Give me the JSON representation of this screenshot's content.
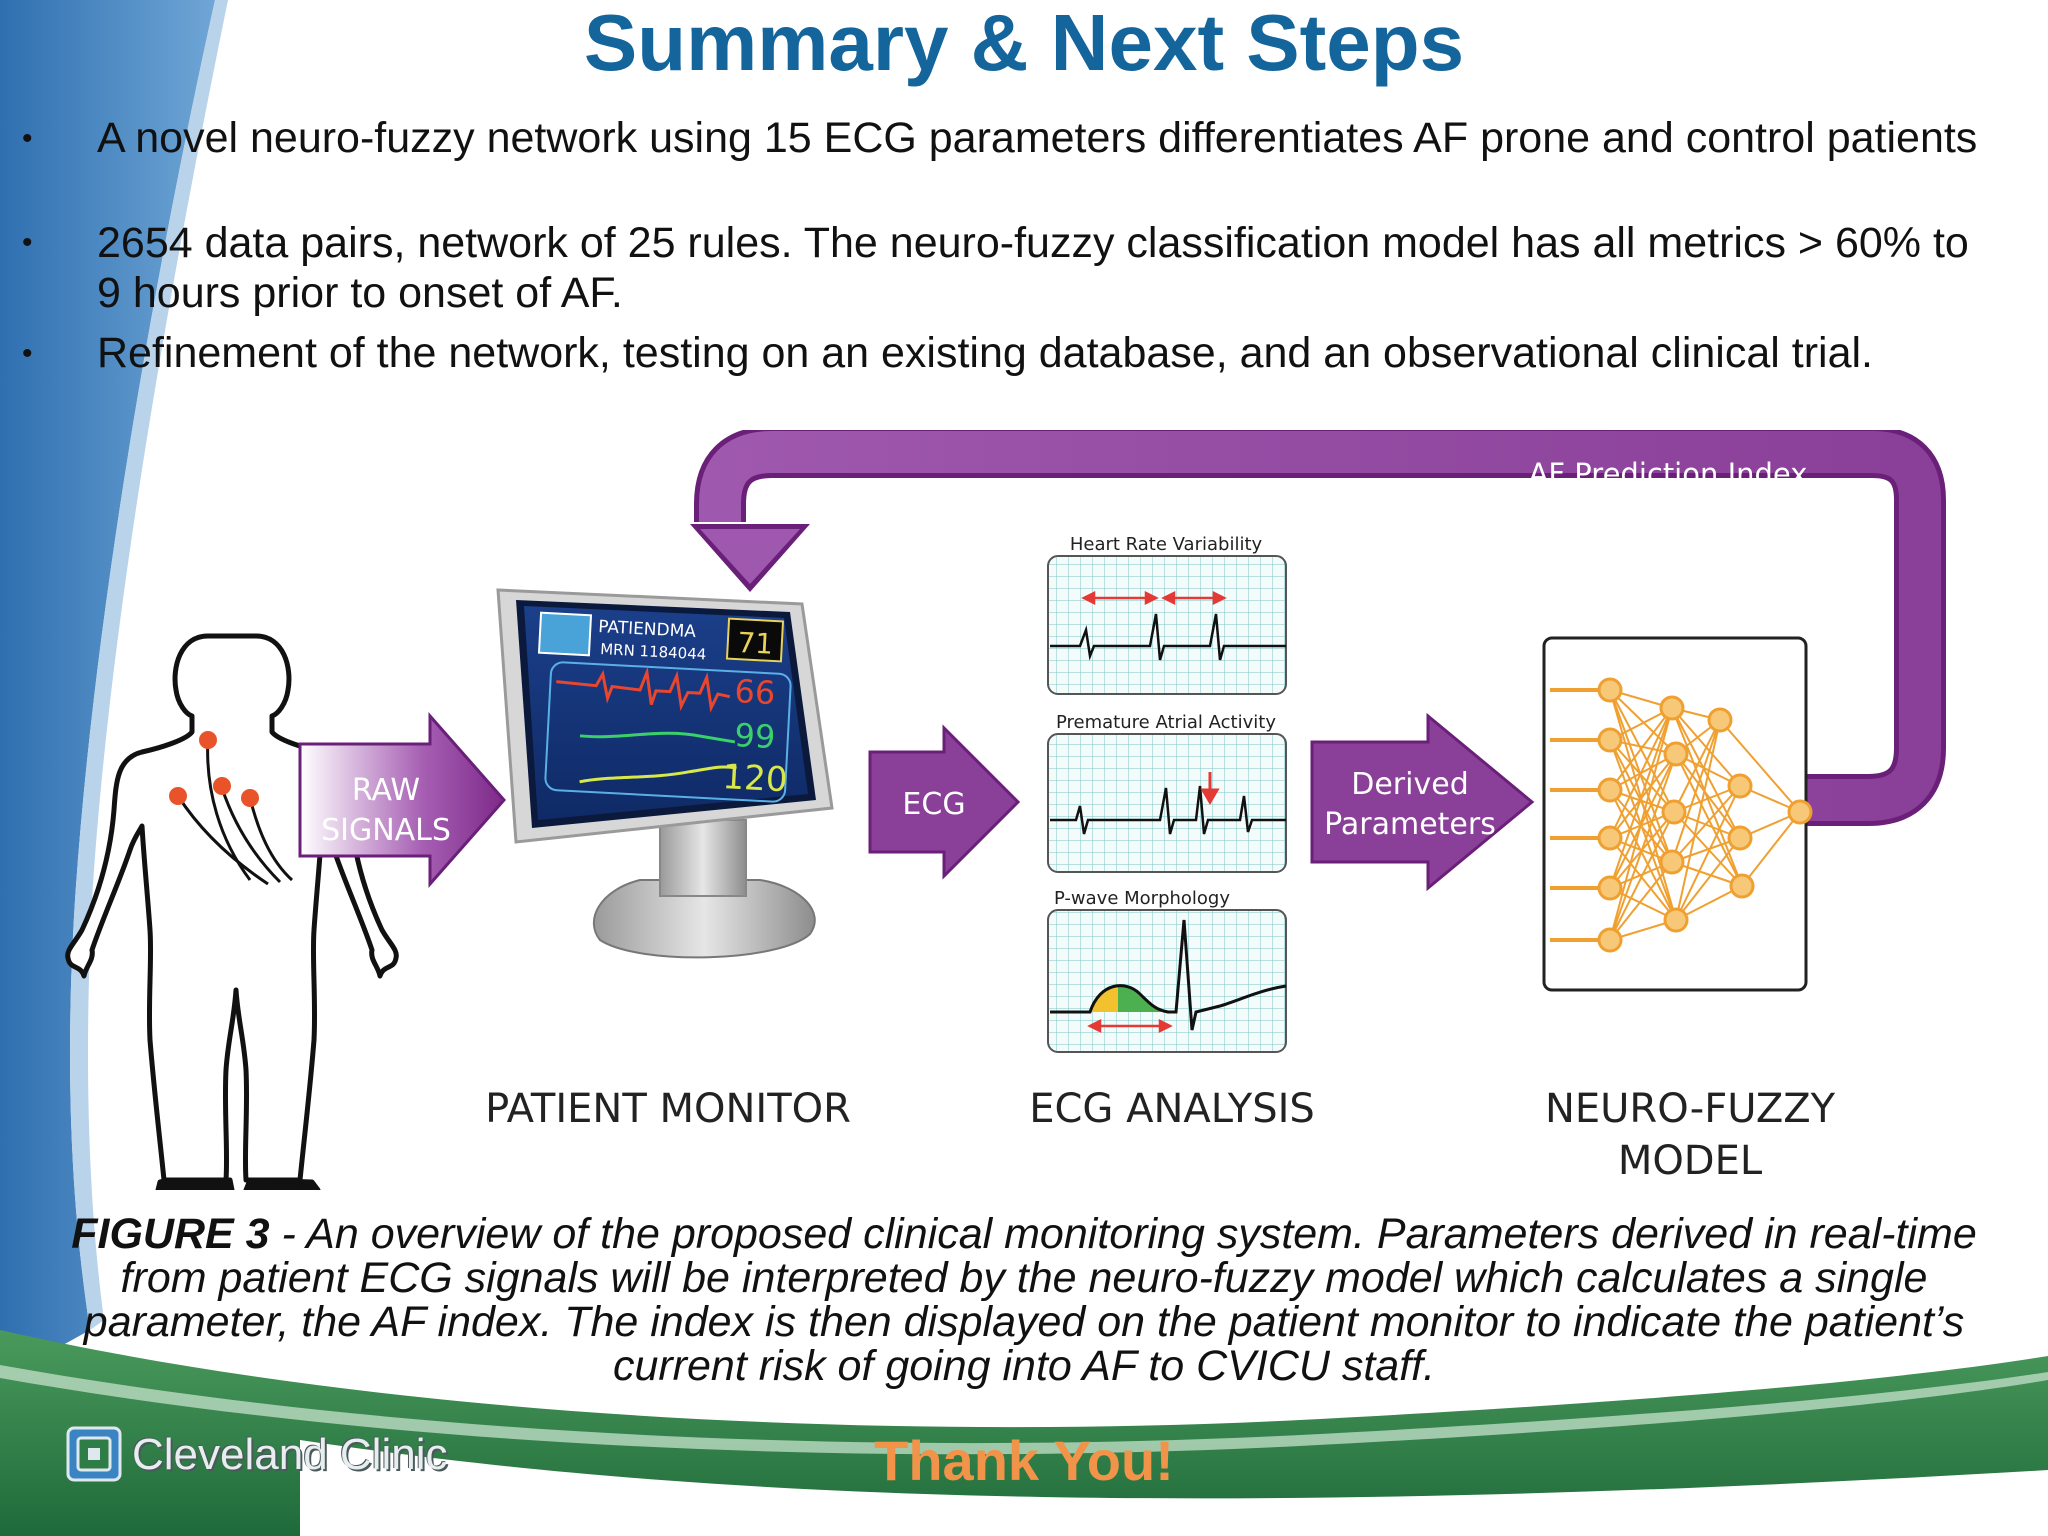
{
  "slide": {
    "title": "Summary & Next Steps",
    "bullets": [
      "A novel neuro-fuzzy network using 15 ECG parameters differentiates AF prone and control patients",
      " 2654 data pairs, network of 25 rules. The neuro-fuzzy classification model has all metrics > 60% to 9 hours prior to onset of AF.",
      " Refinement of the network, testing on an existing database, and an observational clinical trial."
    ],
    "bullet_symbol": "•"
  },
  "diagram": {
    "feedback_label": "AF Prediction Index",
    "arrow_raw": [
      "RAW",
      "SIGNALS"
    ],
    "arrow_ecg": "ECG",
    "arrow_derived": [
      "Derived",
      "Parameters"
    ],
    "monitor": {
      "patient_label": "PATIENDMA",
      "mrn_label": "MRN 1184044",
      "index_value": "71",
      "heart_rate": "66",
      "spo2": "99",
      "bp": "120"
    },
    "ecg_panels": [
      "Heart Rate Variability",
      "Premature Atrial Activity",
      "P-wave Morphology"
    ],
    "section_labels": {
      "monitor": "PATIENT MONITOR",
      "ecg": "ECG ANALYSIS",
      "model_line1": "NEURO-FUZZY",
      "model_line2": "MODEL"
    }
  },
  "caption": {
    "figure_label": "FIGURE 3",
    "text": " - An overview of the proposed clinical monitoring system. Parameters derived in real-time from patient ECG signals will be interpreted by the neuro-fuzzy model which calculates a single parameter, the AF index. The index is then displayed on the patient monitor to indicate the patient’s current risk of going into AF to CVICU staff."
  },
  "footer": {
    "logo_text": "Cleveland Clinic",
    "thanks": "Thank You!"
  },
  "colors": {
    "title": "#13659c",
    "arrow_purple": "#7e2a8a",
    "thanks": "#f2934a",
    "green_band": "#2e7d46",
    "blue_band": "#3a78b4"
  }
}
